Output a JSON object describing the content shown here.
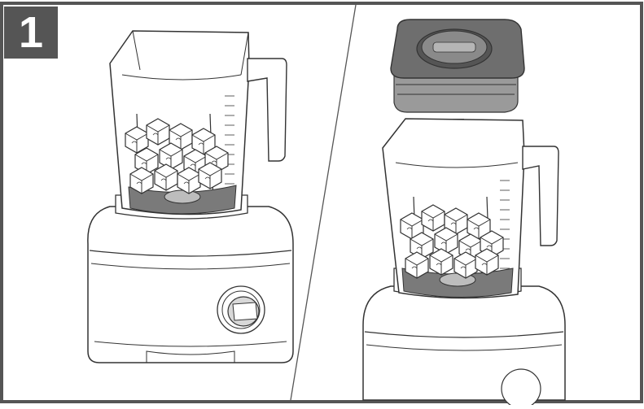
{
  "step": {
    "number": "1"
  },
  "illustration": {
    "left_panel": "blender-with-ice",
    "right_panel": "placing-lid-on-pitcher",
    "colors": {
      "frame": "#555555",
      "line": "#333333",
      "lid": "#6e6e6e",
      "lid_light": "#9a9a9a",
      "base_dark": "#7a7a7a",
      "badge": "#555555",
      "badge_text": "#ffffff"
    }
  }
}
